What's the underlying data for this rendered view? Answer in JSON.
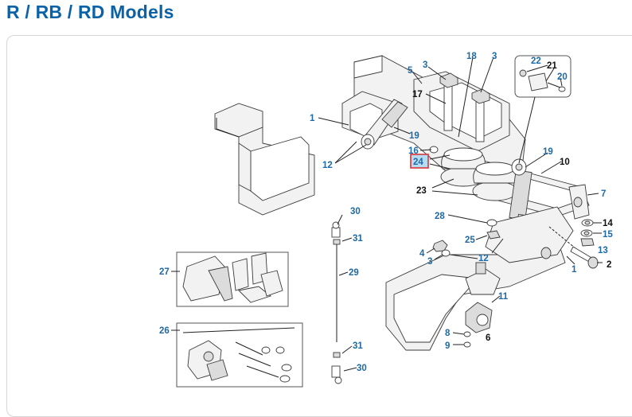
{
  "page": {
    "title": "R / RB / RD Models"
  },
  "diagram": {
    "callouts": [
      {
        "id": "c1a",
        "text": "1",
        "color": "blue"
      },
      {
        "id": "c1b",
        "text": "1",
        "color": "blue"
      },
      {
        "id": "c2",
        "text": "2",
        "color": "black"
      },
      {
        "id": "c3a",
        "text": "3",
        "color": "blue"
      },
      {
        "id": "c3b",
        "text": "3",
        "color": "blue"
      },
      {
        "id": "c3c",
        "text": "3",
        "color": "blue"
      },
      {
        "id": "c4",
        "text": "4",
        "color": "blue"
      },
      {
        "id": "c5",
        "text": "5",
        "color": "blue"
      },
      {
        "id": "c6",
        "text": "6",
        "color": "black"
      },
      {
        "id": "c7",
        "text": "7",
        "color": "blue"
      },
      {
        "id": "c8",
        "text": "8",
        "color": "blue"
      },
      {
        "id": "c9",
        "text": "9",
        "color": "blue"
      },
      {
        "id": "c10",
        "text": "10",
        "color": "black"
      },
      {
        "id": "c11",
        "text": "11",
        "color": "blue"
      },
      {
        "id": "c12a",
        "text": "12",
        "color": "blue"
      },
      {
        "id": "c12b",
        "text": "12",
        "color": "blue"
      },
      {
        "id": "c13",
        "text": "13",
        "color": "blue"
      },
      {
        "id": "c14",
        "text": "14",
        "color": "black"
      },
      {
        "id": "c15",
        "text": "15",
        "color": "blue"
      },
      {
        "id": "c16",
        "text": "16",
        "color": "blue"
      },
      {
        "id": "c17",
        "text": "17",
        "color": "black"
      },
      {
        "id": "c18",
        "text": "18",
        "color": "blue"
      },
      {
        "id": "c19a",
        "text": "19",
        "color": "blue"
      },
      {
        "id": "c19b",
        "text": "19",
        "color": "blue"
      },
      {
        "id": "c20",
        "text": "20",
        "color": "blue"
      },
      {
        "id": "c21",
        "text": "21",
        "color": "black"
      },
      {
        "id": "c22",
        "text": "22",
        "color": "blue"
      },
      {
        "id": "c23",
        "text": "23",
        "color": "black"
      },
      {
        "id": "c24",
        "text": "24",
        "color": "blue",
        "highlighted": true
      },
      {
        "id": "c25",
        "text": "25",
        "color": "blue"
      },
      {
        "id": "c26",
        "text": "26",
        "color": "blue"
      },
      {
        "id": "c27",
        "text": "27",
        "color": "blue"
      },
      {
        "id": "c28",
        "text": "28",
        "color": "blue"
      },
      {
        "id": "c29",
        "text": "29",
        "color": "blue"
      },
      {
        "id": "c30a",
        "text": "30",
        "color": "blue"
      },
      {
        "id": "c30b",
        "text": "30",
        "color": "blue"
      },
      {
        "id": "c31a",
        "text": "31",
        "color": "blue"
      },
      {
        "id": "c31b",
        "text": "31",
        "color": "blue"
      }
    ],
    "colors": {
      "title": "#0b62a7",
      "callout_blue": "#1d6aa6",
      "callout_black": "#111111",
      "highlight_fill": "#b7dcf2",
      "highlight_border": "#d9333a"
    }
  }
}
